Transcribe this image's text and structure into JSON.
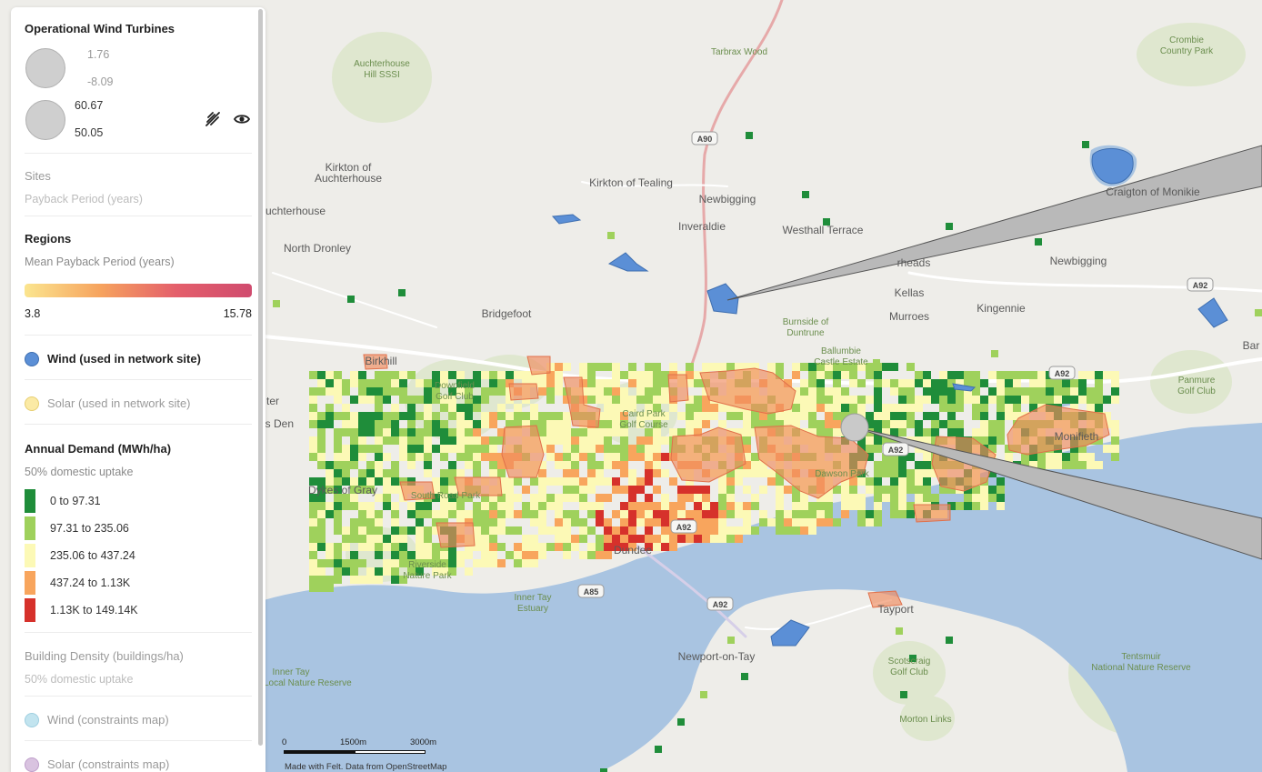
{
  "legend": {
    "turbines": {
      "title": "Operational Wind Turbines",
      "small": {
        "val_top": "1.76",
        "val_bottom": "-8.09"
      },
      "large": {
        "val_top": "60.67",
        "val_bottom": "50.05"
      },
      "actions": [
        "hide-in-zoom-icon",
        "eye-icon"
      ]
    },
    "sites": {
      "title": "Sites",
      "subtitle": "Payback Period (years)"
    },
    "regions": {
      "title": "Regions",
      "subtitle": "Mean Payback Period (years)",
      "min": "3.8",
      "max": "15.78",
      "gradient": [
        "#fbe58f",
        "#f6a35e",
        "#e45f6b",
        "#d04b6e"
      ]
    },
    "wind_network": {
      "label": "Wind (used in network site)",
      "color": "#5b8fd6"
    },
    "solar_network": {
      "label": "Solar (used in network site)",
      "color": "#fbeaa5"
    },
    "demand": {
      "title": "Annual Demand (MWh/ha)",
      "subtitle": "50% domestic uptake",
      "classes": [
        {
          "label": "0 to 97.31",
          "color": "#1f8d3a"
        },
        {
          "label": "97.31 to 235.06",
          "color": "#9fd15c"
        },
        {
          "label": "235.06 to 437.24",
          "color": "#fcf9b6"
        },
        {
          "label": "437.24 to 1.13K",
          "color": "#f8a55d"
        },
        {
          "label": "1.13K to 149.14K",
          "color": "#d6312b"
        }
      ]
    },
    "density": {
      "title": "Building Density (buildings/ha)",
      "subtitle": "50% domestic uptake"
    },
    "wind_constraints": {
      "label": "Wind (constraints map)",
      "color": "#c2e4ef"
    },
    "solar_constraints": {
      "label": "Solar (constraints map)",
      "color": "#d9c3e0"
    }
  },
  "map": {
    "places": [
      {
        "name": "Auchterhouse",
        "extra": "Hill SSSI"
      },
      {
        "name": "Tarbrax Wood"
      },
      {
        "name": "Crombie",
        "extra": "Country Park"
      },
      {
        "name": "Kirkton of",
        "extra": "Auchterhouse"
      },
      {
        "name": "Kirkton of Tealing"
      },
      {
        "name": "Craigton of Monikie"
      },
      {
        "name": "Newbigging"
      },
      {
        "name": "Inveraldie"
      },
      {
        "name": "Westhall Terrace"
      },
      {
        "name": "uchterhouse"
      },
      {
        "name": "North Dronley"
      },
      {
        "name": "Newbigging"
      },
      {
        "name": "rheads"
      },
      {
        "name": "Kellas"
      },
      {
        "name": "Kingennie"
      },
      {
        "name": "Murroes"
      },
      {
        "name": "Bridgefoot"
      },
      {
        "name": "Burnside of",
        "extra": "Duntrune"
      },
      {
        "name": "Ballumbie",
        "extra": "Castle Estate"
      },
      {
        "name": "Bar"
      },
      {
        "name": "Birkhill"
      },
      {
        "name": "Downfield",
        "extra": "Golf Club"
      },
      {
        "name": "Caird Park",
        "extra": "Golf Course"
      },
      {
        "name": "Panmure",
        "extra": "Golf Club"
      },
      {
        "name": "Monifieth"
      },
      {
        "name": "Dykes of Gray"
      },
      {
        "name": "South Road Park"
      },
      {
        "name": "Dawson Park"
      },
      {
        "name": "Dundee"
      },
      {
        "name": "Riverside",
        "extra": "Nature Park"
      },
      {
        "name": "Inner Tay",
        "extra": "Estuary"
      },
      {
        "name": "Tayport"
      },
      {
        "name": "Newport-on-Tay"
      },
      {
        "name": "Scotscraig",
        "extra": "Golf Club"
      },
      {
        "name": "Tentsmuir",
        "extra": "National Nature Reserve"
      },
      {
        "name": "Inner Tay",
        "extra": "Estuary Local Nature Reserve"
      },
      {
        "name": "Morton Links"
      },
      {
        "name": "ter"
      },
      {
        "name": "is Den"
      }
    ],
    "roads": [
      "A90",
      "A92",
      "A92",
      "A92",
      "A92",
      "A85",
      "A92"
    ],
    "water_color": "#a9c4e1",
    "land_color": "#eeede9",
    "park_color": "#dfe7cf"
  },
  "scale": {
    "zero": "0",
    "mid": "1500m",
    "max": "3000m"
  },
  "attribution": "Made with Felt. Data from OpenStreetMap"
}
